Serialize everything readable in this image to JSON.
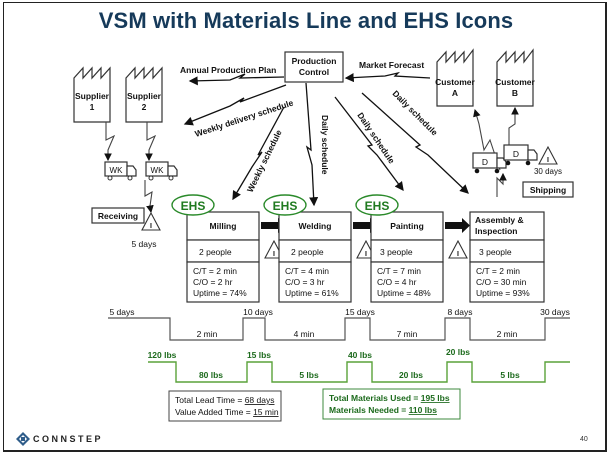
{
  "slide": {
    "title": "VSM with Materials Line and EHS Icons",
    "page_number": "40",
    "logo_text": "CONNSTEP"
  },
  "control": {
    "production_control": [
      "Production",
      "Control"
    ]
  },
  "suppliers": [
    {
      "line1": "Supplier",
      "line2": "1"
    },
    {
      "line1": "Supplier",
      "line2": "2"
    }
  ],
  "customers": [
    {
      "line1": "Customer",
      "line2": "A"
    },
    {
      "line1": "Customer",
      "line2": "B"
    }
  ],
  "info_flows": {
    "annual_plan": "Annual Production Plan",
    "market_forecast": "Market Forecast",
    "weekly_delivery": "Weekly delivery schedule",
    "weekly_schedule": "Weekly schedule",
    "daily_1": "Daily schedule",
    "daily_2": "Daily schedule",
    "daily_3": "Daily schedule"
  },
  "trucks": {
    "inbound_1": "WK",
    "inbound_2": "WK",
    "outbound_1": "D",
    "outbound_2": "D"
  },
  "receiving": {
    "label": "Receiving",
    "inventory_days": "5 days",
    "inventory_symbol": "I"
  },
  "shipping": {
    "label": "Shipping",
    "inventory_days": "30 days",
    "inventory_symbol": "I"
  },
  "ehs_label": "EHS",
  "processes": [
    {
      "name": "Milling",
      "people": "2 people",
      "ct": "C/T = 2 min",
      "co": "C/O = 2 hr",
      "uptime": "Uptime = 74%",
      "ehs": true
    },
    {
      "name": "Welding",
      "people": "2 people",
      "ct": "C/T = 4 min",
      "co": "C/O = 3 hr",
      "uptime": "Uptime = 61%",
      "ehs": true
    },
    {
      "name": "Painting",
      "people": "3 people",
      "ct": "C/T = 7 min",
      "co": "C/O = 4 hr",
      "uptime": "Uptime = 48%",
      "ehs": true
    },
    {
      "name_line1": "Assembly &",
      "name_line2": "Inspection",
      "people": "3 people",
      "ct": "C/T = 2 min",
      "co": "C/O = 30 min",
      "uptime": "Uptime = 93%",
      "ehs": false
    }
  ],
  "inventory_symbol": "I",
  "timeline": {
    "wait_days": [
      "5 days",
      "10 days",
      "15 days",
      "8 days",
      "30 days"
    ],
    "process_times": [
      "2 min",
      "4 min",
      "7 min",
      "2 min"
    ]
  },
  "materials_line": {
    "inventory": [
      "120 lbs",
      "15 lbs",
      "40 lbs",
      "20 lbs"
    ],
    "used": [
      "80 lbs",
      "5 lbs",
      "20 lbs",
      "5 lbs"
    ]
  },
  "summary_time": {
    "lead_label": "Total Lead Time = ",
    "lead_value": "68 days",
    "va_label": "Value Added Time = ",
    "va_value": "15 min"
  },
  "summary_materials": {
    "used_label": "Total Materials Used = ",
    "used_value": "195 lbs",
    "needed_label": "Materials Needed = ",
    "needed_value": "110 lbs"
  },
  "colors": {
    "title": "#163a5a",
    "ehs_green": "#2a8a2a",
    "materials_green": "#1c6a1c"
  }
}
